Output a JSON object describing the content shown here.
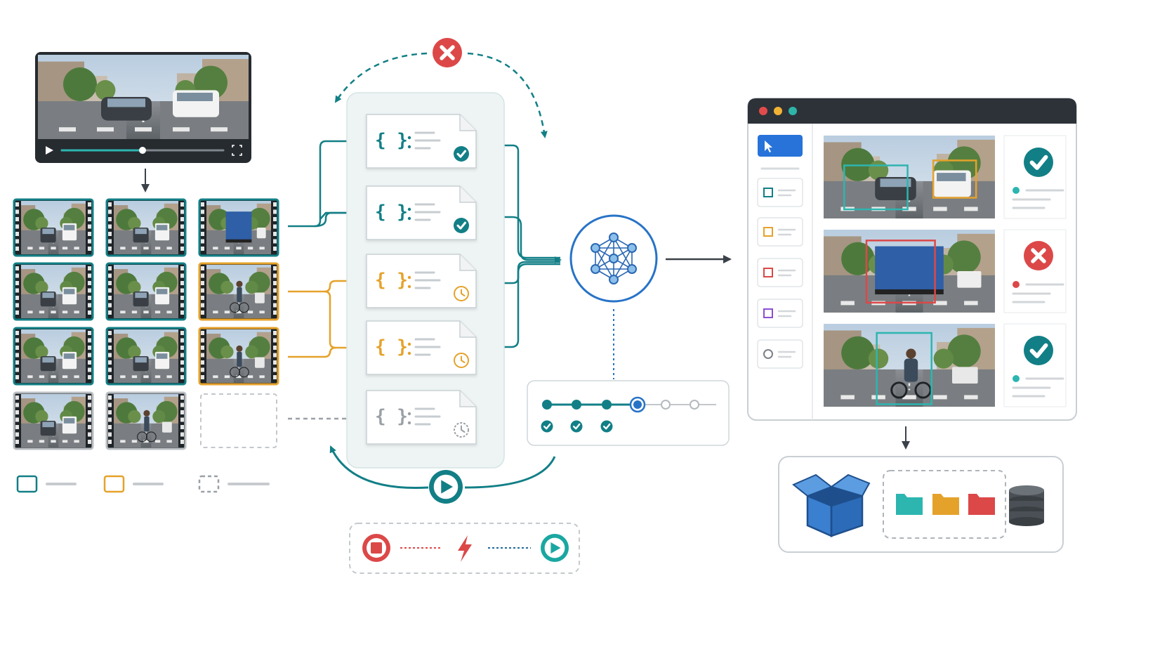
{
  "colors": {
    "teal": "#127f86",
    "orange": "#e5a22b",
    "red": "#dc4848",
    "blue": "#2773c7",
    "purple": "#8d4fd0",
    "gray": "#9aa0a6",
    "dark": "#2f343a",
    "panel": "#eef4f4"
  },
  "source_video": {
    "playing": false,
    "progress": 0.5
  },
  "frames": [
    {
      "status": "processed",
      "scene": "cars"
    },
    {
      "status": "processed",
      "scene": "cars"
    },
    {
      "status": "processed",
      "scene": "truck"
    },
    {
      "status": "processed",
      "scene": "cars"
    },
    {
      "status": "processed",
      "scene": "cars"
    },
    {
      "status": "pending",
      "scene": "cyclist"
    },
    {
      "status": "processed",
      "scene": "cars"
    },
    {
      "status": "processed",
      "scene": "cars"
    },
    {
      "status": "pending",
      "scene": "cyclist"
    },
    {
      "status": "unprocessed",
      "scene": "van"
    },
    {
      "status": "unprocessed",
      "scene": "cyclist"
    },
    {
      "status": "empty",
      "scene": "none"
    }
  ],
  "legend": [
    {
      "status": "processed",
      "color": "#127f86"
    },
    {
      "status": "pending",
      "color": "#e5a22b"
    },
    {
      "status": "empty",
      "color": "#9aa0a6"
    }
  ],
  "annotation_docs": [
    {
      "glyph": "{ }",
      "status": "done",
      "status_icon": "check-icon"
    },
    {
      "glyph": "{ }",
      "status": "done",
      "status_icon": "check-icon"
    },
    {
      "glyph": "{ }",
      "status": "pending",
      "status_icon": "clock-icon"
    },
    {
      "glyph": "{ }",
      "status": "pending",
      "status_icon": "clock-icon"
    },
    {
      "glyph": "{ }",
      "status": "idle",
      "status_icon": "clock-icon"
    }
  ],
  "loop_controls": {
    "retry_icon": "close-icon",
    "run_icon": "play-icon"
  },
  "progress_track": {
    "steps_total": 6,
    "current_step": 4,
    "completed_steps": 3
  },
  "pipeline_controls": [
    {
      "icon": "stop-icon",
      "color": "#dc4848"
    },
    {
      "icon": "lightning-icon",
      "color": "#dc4848"
    },
    {
      "icon": "play-icon",
      "color": "#127f86"
    }
  ],
  "review_window": {
    "window_dots": [
      "#e34b4b",
      "#f2b233",
      "#2db5a8"
    ],
    "tools": [
      {
        "icon": "cursor-icon",
        "active": true
      },
      {
        "icon": "box-tool-icon",
        "color": "#127f86"
      },
      {
        "icon": "box-tool-icon",
        "color": "#e5a22b"
      },
      {
        "icon": "box-tool-icon",
        "color": "#dc4848"
      },
      {
        "icon": "box-tool-icon",
        "color": "#8d4fd0"
      },
      {
        "icon": "circle-tool-icon",
        "color": "#7b8188"
      }
    ],
    "results": [
      {
        "scene": "cars",
        "verdict": "approved",
        "verdict_color": "#127f86",
        "boxes": [
          {
            "color": "#2db5b0"
          },
          {
            "color": "#e5a22b"
          }
        ]
      },
      {
        "scene": "truck",
        "verdict": "rejected",
        "verdict_color": "#dc4848",
        "boxes": [
          {
            "color": "#dc4848"
          }
        ]
      },
      {
        "scene": "cyclist",
        "verdict": "approved",
        "verdict_color": "#127f86",
        "boxes": [
          {
            "color": "#2db5b0"
          }
        ]
      }
    ]
  },
  "export": {
    "package_icon": "box-package-icon",
    "folders": [
      "#2db5b0",
      "#e5a22b",
      "#dc4848"
    ],
    "storage_icon": "database-icon"
  }
}
